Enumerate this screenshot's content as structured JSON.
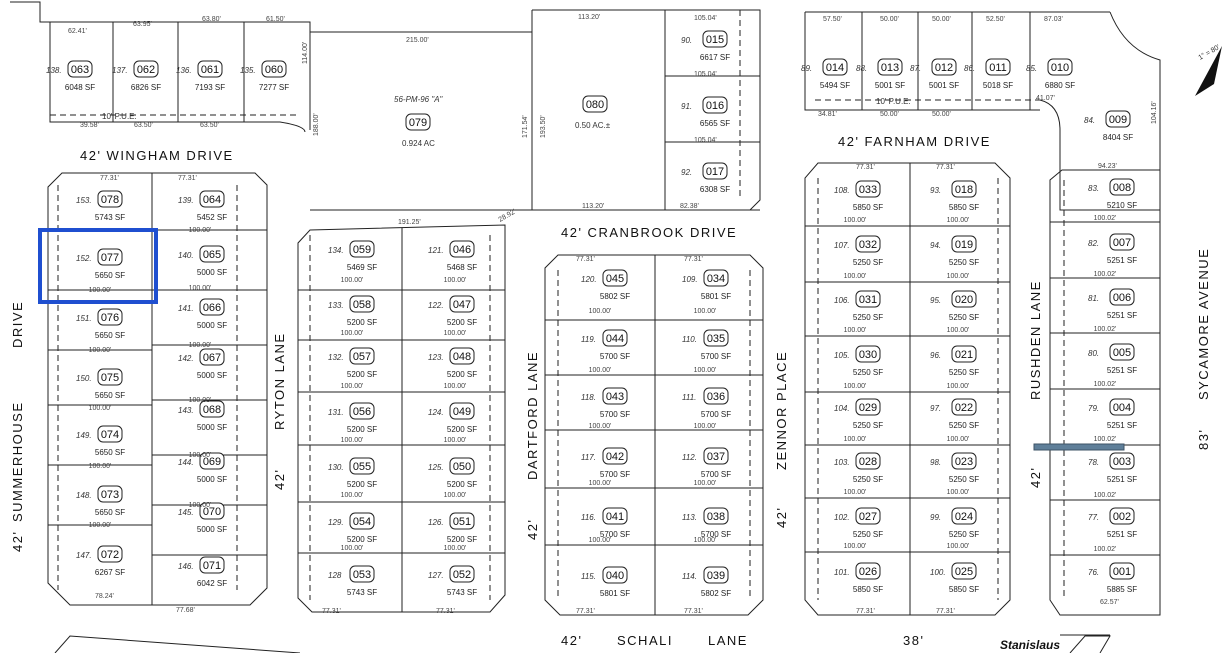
{
  "roads": {
    "wingham": "42'  WINGHAM  DRIVE",
    "farnham": "42'  FARNHAM  DRIVE",
    "cranbrook": "42'  CRANBROOK  DRIVE",
    "schali_a": "42'",
    "schali_b": "SCHALI",
    "schali_c": "LANE",
    "schali_d": "38'",
    "ryton": "RYTON  LANE",
    "ryton_w": "42'",
    "dartford": "DARTFORD  LANE",
    "dartford_w": "42'",
    "zennor": "ZENNOR  PLACE",
    "zennor_w": "42'",
    "rushden": "RUSHDEN  LANE",
    "rushden_w": "42'",
    "summerhouse": "SUMMERHOUSE",
    "summer_drive": "DRIVE",
    "summer_w": "42'",
    "sycamore": "SYCAMORE  AVENUE",
    "sycamore_w": "83'"
  },
  "notes": {
    "pm": "56-PM-96 \"A\"",
    "ac079": "0.924 AC",
    "ac080": "0.50 AC.±",
    "pue": "10' P.U.E.",
    "scale": "1\" = 80'",
    "stanislaus": "Stanislaus"
  },
  "highlight_color": "#1f4fd0",
  "marker_color": "#5f7f99",
  "lots": {
    "top_left": [
      {
        "lot": "138.",
        "apn": "063",
        "sf": "6048 SF"
      },
      {
        "lot": "137.",
        "apn": "062",
        "sf": "6826 SF"
      },
      {
        "lot": "136.",
        "apn": "061",
        "sf": "7193 SF"
      },
      {
        "lot": "135.",
        "apn": "060",
        "sf": "7277 SF"
      }
    ],
    "big": [
      {
        "apn": "079"
      },
      {
        "apn": "080"
      }
    ],
    "top_mid": [
      {
        "lot": "90.",
        "apn": "015",
        "sf": "6617 SF"
      },
      {
        "lot": "91.",
        "apn": "016",
        "sf": "6565 SF"
      },
      {
        "lot": "92.",
        "apn": "017",
        "sf": "6308 SF"
      }
    ],
    "top_right": [
      {
        "lot": "89.",
        "apn": "014",
        "sf": "5494 SF"
      },
      {
        "lot": "88.",
        "apn": "013",
        "sf": "5001 SF"
      },
      {
        "lot": "87.",
        "apn": "012",
        "sf": "5001 SF"
      },
      {
        "lot": "86.",
        "apn": "011",
        "sf": "5018 SF"
      },
      {
        "lot": "85.",
        "apn": "010",
        "sf": "6880 SF"
      },
      {
        "lot": "84.",
        "apn": "009",
        "sf": "8404 SF"
      }
    ],
    "block_a_left": [
      {
        "lot": "153.",
        "apn": "078",
        "sf": "5743 SF"
      },
      {
        "lot": "152.",
        "apn": "077",
        "sf": "5650 SF"
      },
      {
        "lot": "151.",
        "apn": "076",
        "sf": "5650 SF"
      },
      {
        "lot": "150.",
        "apn": "075",
        "sf": "5650 SF"
      },
      {
        "lot": "149.",
        "apn": "074",
        "sf": "5650 SF"
      },
      {
        "lot": "148.",
        "apn": "073",
        "sf": "5650 SF"
      },
      {
        "lot": "147.",
        "apn": "072",
        "sf": "6267 SF"
      }
    ],
    "block_a_right": [
      {
        "lot": "139.",
        "apn": "064",
        "sf": "5452 SF"
      },
      {
        "lot": "140.",
        "apn": "065",
        "sf": "5000 SF"
      },
      {
        "lot": "141.",
        "apn": "066",
        "sf": "5000 SF"
      },
      {
        "lot": "142.",
        "apn": "067",
        "sf": "5000 SF"
      },
      {
        "lot": "143.",
        "apn": "068",
        "sf": "5000 SF"
      },
      {
        "lot": "144.",
        "apn": "069",
        "sf": "5000 SF"
      },
      {
        "lot": "145.",
        "apn": "070",
        "sf": "5000 SF"
      },
      {
        "lot": "146.",
        "apn": "071",
        "sf": "6042 SF"
      }
    ],
    "block_b_left": [
      {
        "lot": "134.",
        "apn": "059",
        "sf": "5469 SF"
      },
      {
        "lot": "133.",
        "apn": "058",
        "sf": "5200 SF"
      },
      {
        "lot": "132.",
        "apn": "057",
        "sf": "5200 SF"
      },
      {
        "lot": "131.",
        "apn": "056",
        "sf": "5200 SF"
      },
      {
        "lot": "130.",
        "apn": "055",
        "sf": "5200 SF"
      },
      {
        "lot": "129.",
        "apn": "054",
        "sf": "5200 SF"
      },
      {
        "lot": "128",
        "apn": "053",
        "sf": "5743 SF"
      }
    ],
    "block_b_right": [
      {
        "lot": "121.",
        "apn": "046",
        "sf": "5468 SF"
      },
      {
        "lot": "122.",
        "apn": "047",
        "sf": "5200 SF"
      },
      {
        "lot": "123.",
        "apn": "048",
        "sf": "5200 SF"
      },
      {
        "lot": "124.",
        "apn": "049",
        "sf": "5200 SF"
      },
      {
        "lot": "125.",
        "apn": "050",
        "sf": "5200 SF"
      },
      {
        "lot": "126.",
        "apn": "051",
        "sf": "5200 SF"
      },
      {
        "lot": "127.",
        "apn": "052",
        "sf": "5743 SF"
      }
    ],
    "block_c_left": [
      {
        "lot": "120.",
        "apn": "045",
        "sf": "5802 SF"
      },
      {
        "lot": "119.",
        "apn": "044",
        "sf": "5700 SF"
      },
      {
        "lot": "118.",
        "apn": "043",
        "sf": "5700 SF"
      },
      {
        "lot": "117.",
        "apn": "042",
        "sf": "5700 SF"
      },
      {
        "lot": "116.",
        "apn": "041",
        "sf": "5700 SF"
      },
      {
        "lot": "115.",
        "apn": "040",
        "sf": "5801 SF"
      }
    ],
    "block_c_right": [
      {
        "lot": "109.",
        "apn": "034",
        "sf": "5801 SF"
      },
      {
        "lot": "110.",
        "apn": "035",
        "sf": "5700 SF"
      },
      {
        "lot": "111.",
        "apn": "036",
        "sf": "5700 SF"
      },
      {
        "lot": "112.",
        "apn": "037",
        "sf": "5700 SF"
      },
      {
        "lot": "113.",
        "apn": "038",
        "sf": "5700 SF"
      },
      {
        "lot": "114.",
        "apn": "039",
        "sf": "5802 SF"
      }
    ],
    "block_d_left": [
      {
        "lot": "108.",
        "apn": "033",
        "sf": "5850 SF"
      },
      {
        "lot": "107.",
        "apn": "032",
        "sf": "5250 SF"
      },
      {
        "lot": "106.",
        "apn": "031",
        "sf": "5250 SF"
      },
      {
        "lot": "105.",
        "apn": "030",
        "sf": "5250 SF"
      },
      {
        "lot": "104.",
        "apn": "029",
        "sf": "5250 SF"
      },
      {
        "lot": "103.",
        "apn": "028",
        "sf": "5250 SF"
      },
      {
        "lot": "102.",
        "apn": "027",
        "sf": "5250 SF"
      },
      {
        "lot": "101.",
        "apn": "026",
        "sf": "5850 SF"
      }
    ],
    "block_d_right": [
      {
        "lot": "93.",
        "apn": "018",
        "sf": "5850 SF"
      },
      {
        "lot": "94.",
        "apn": "019",
        "sf": "5250 SF"
      },
      {
        "lot": "95.",
        "apn": "020",
        "sf": "5250 SF"
      },
      {
        "lot": "96.",
        "apn": "021",
        "sf": "5250 SF"
      },
      {
        "lot": "97.",
        "apn": "022",
        "sf": "5250 SF"
      },
      {
        "lot": "98.",
        "apn": "023",
        "sf": "5250 SF"
      },
      {
        "lot": "99.",
        "apn": "024",
        "sf": "5250 SF"
      },
      {
        "lot": "100.",
        "apn": "025",
        "sf": "5850 SF"
      }
    ],
    "block_e": [
      {
        "lot": "83.",
        "apn": "008",
        "sf": "5210 SF"
      },
      {
        "lot": "82.",
        "apn": "007",
        "sf": "5251 SF"
      },
      {
        "lot": "81.",
        "apn": "006",
        "sf": "5251 SF"
      },
      {
        "lot": "80.",
        "apn": "005",
        "sf": "5251 SF"
      },
      {
        "lot": "79.",
        "apn": "004",
        "sf": "5251 SF"
      },
      {
        "lot": "78.",
        "apn": "003",
        "sf": "5251 SF"
      },
      {
        "lot": "77.",
        "apn": "002",
        "sf": "5251 SF"
      },
      {
        "lot": "76.",
        "apn": "001",
        "sf": "5885 SF"
      }
    ]
  },
  "dims": {
    "d215": "215.00'",
    "d113": "113.20'",
    "d100": "100.00'",
    "d7731": "77.31'",
    "d19125": "191.25'",
    "d17154": "171.54'",
    "d19350": "193.50'",
    "d6395": "63.95'",
    "d6380": "63.80'",
    "d6150": "61.50'",
    "d6241": "62.41'",
    "d3958": "39.58'",
    "d6350": "63.50'",
    "d10504": "105.04'",
    "d8238": "82.38'",
    "d5750": "57.50'",
    "d5000": "50.00'",
    "d5250": "52.50'",
    "d8703": "87.03'",
    "d9423": "94.23'",
    "d10002": "100.02'",
    "d6257": "62.57'",
    "d7824": "78.24'",
    "d7768": "77.68'",
    "d3481": "34.81'",
    "d4107": "41.07'",
    "d18800": "188.00'",
    "d11400": "114.00'",
    "d2892": "28.92'",
    "d10416": "104.16'"
  }
}
